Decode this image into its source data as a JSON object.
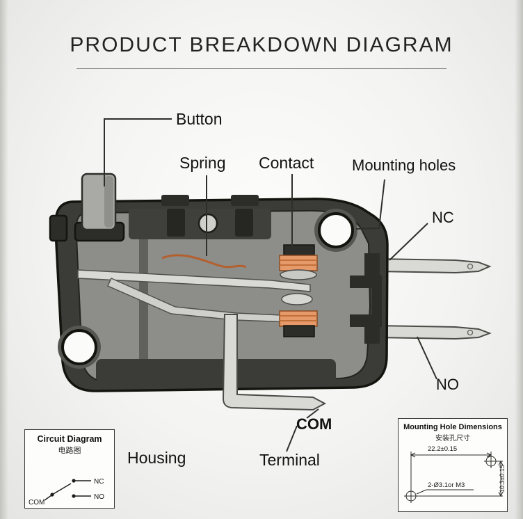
{
  "title": "PRODUCT BREAKDOWN DIAGRAM",
  "labels": {
    "button": "Button",
    "spring": "Spring",
    "contact": "Contact",
    "mounting_holes": "Mounting holes",
    "nc": "NC",
    "no": "NO",
    "com": "COM",
    "housing": "Housing",
    "terminal": "Terminal"
  },
  "circuit_box": {
    "title": "Circuit Diagram",
    "subtitle": "电路图",
    "com_label": "COM",
    "nc_label": "NC",
    "no_label": "NO"
  },
  "mounting_box": {
    "title": "Mounting Hole Dimensions",
    "subtitle": "安装孔尺寸",
    "width_dim": "22.2±0.15",
    "hole_spec": "2-Ø3.1or M3",
    "height_dim": "10.3±0.15"
  },
  "colors": {
    "body_dark": "#3b3b38",
    "cavity_gray": "#8d8d8a",
    "metal_light": "#d9d9d6",
    "contact_orange": "#e69a6a",
    "spring_orange": "#b4602e"
  }
}
